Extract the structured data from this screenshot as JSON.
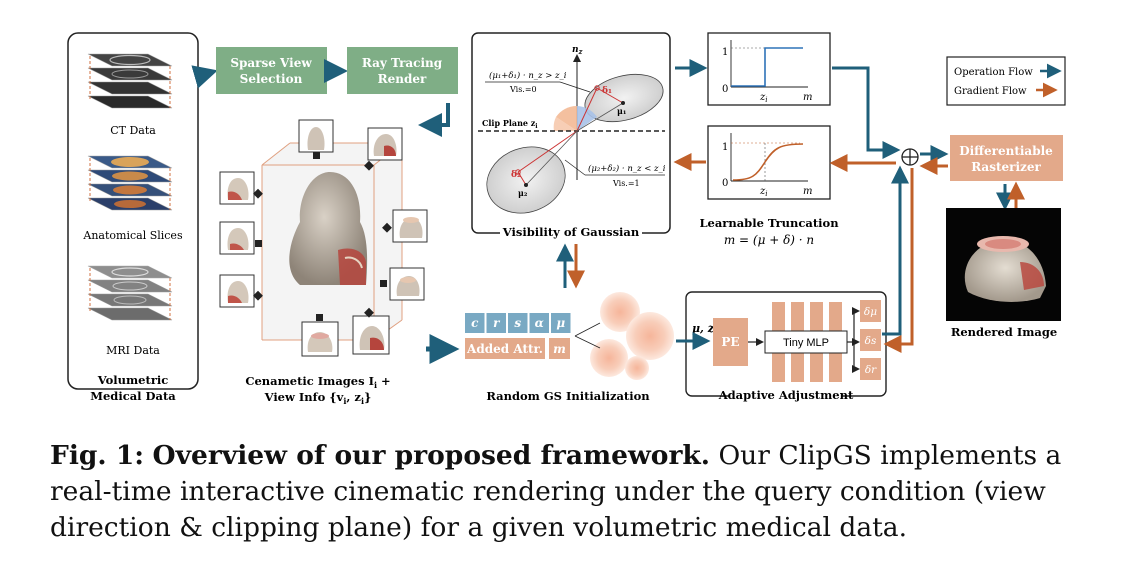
{
  "figure": {
    "left_panel": {
      "ct_label": "CT Data",
      "anat_label": "Anatomical Slices",
      "mri_label": "MRI Data",
      "title_line1": "Volumetric",
      "title_line2": "Medical Data"
    },
    "boxes": {
      "sparse_line1": "Sparse View",
      "sparse_line2": "Selection",
      "ray_line1": "Ray Tracing",
      "ray_line2": "Render",
      "diff_line1": "Differentiable",
      "diff_line2": "Rasterizer",
      "pe": "PE",
      "tiny_mlp": "Tiny MLP"
    },
    "cinematic": {
      "caption_line1": "Cenametic Images I",
      "caption_line1_sub": "i",
      "caption_line1_tail": " +",
      "caption_line2": "View Info {v",
      "caption_line2_tail": ", z",
      "caption_line2_end": "}"
    },
    "visibility": {
      "nz": "n",
      "nz_sub": "z",
      "cond1": "(μ₁+δ₁) · n_z > z_i",
      "vis0": "Vis.=0",
      "clip_plane": "Clip Plane z",
      "clip_sub": "i",
      "delta1": "δ₁",
      "mu1": "μ₁",
      "delta2": "δ₂",
      "mu2": "μ₂",
      "cond2": "(μ₂+δ₂) · n_z < z_i",
      "vis1": "Vis.=1",
      "title": "Visibility of Gaussian"
    },
    "step_plot": {
      "y1": "1",
      "y0": "0",
      "xz": "z",
      "xz_sub": "i",
      "xm": "m"
    },
    "smooth_plot": {
      "y1": "1",
      "y0": "0",
      "xz": "z",
      "xz_sub": "i",
      "xm": "m"
    },
    "learnable": {
      "title": "Learnable Truncation",
      "formula": "m = (μ + δ) · n"
    },
    "legend": {
      "op": "Operation Flow",
      "grad": "Gradient Flow"
    },
    "oplus": "⊕",
    "rendered_label": "Rendered Image",
    "gs_attrs": [
      "c",
      "r",
      "s",
      "α",
      "μ"
    ],
    "added_attr": "Added Attr.",
    "added_m": "m",
    "random_gs": "Random GS Initialization",
    "mu_z": "μ, z",
    "mu_z_sub": "i",
    "outputs": [
      "δμ",
      "δs",
      "δr"
    ],
    "adaptive_title": "Adaptive Adjustment",
    "colors": {
      "operation": "#1f5f7a",
      "gradient": "#c0602a",
      "green_box": "#7fae86",
      "orange_box": "#e3a98a",
      "attr_blue": "#79a9c3"
    }
  },
  "caption": {
    "label": "Fig. 1:",
    "bold": "Overview of our proposed framework.",
    "text": " Our ClipGS implements a real-time interactive cinematic rendering under the query condition (view direction & clipping plane) for a given volumetric medical data."
  }
}
